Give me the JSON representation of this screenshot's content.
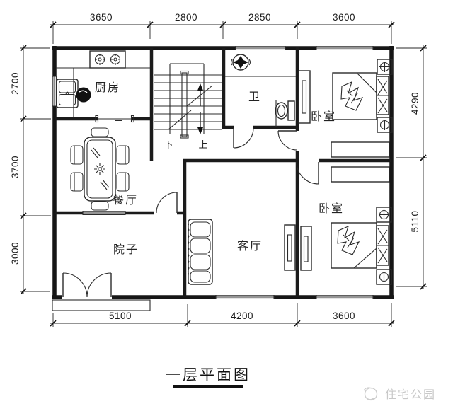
{
  "meta": {
    "caption": "一层平面图",
    "watermark": "住宅公园"
  },
  "rooms": {
    "kitchen": "厨房",
    "bath": "卫",
    "bedroom_top": "卧室",
    "dining": "餐厅",
    "courtyard": "院子",
    "living": "客厅",
    "bedroom_bottom": "卧室"
  },
  "stairs": {
    "down": "下",
    "up": "上"
  },
  "dimensions": {
    "top": [
      "3650",
      "2800",
      "2850",
      "3600"
    ],
    "bottom": [
      "5100",
      "4200",
      "3600"
    ],
    "left": [
      "2700",
      "3700",
      "3000"
    ],
    "right": [
      "4290",
      "5110"
    ]
  },
  "colors": {
    "line": "#161616",
    "dimension": "#1c1c1c",
    "watermark": "#c8c8c8",
    "paper": "#ffffff"
  }
}
